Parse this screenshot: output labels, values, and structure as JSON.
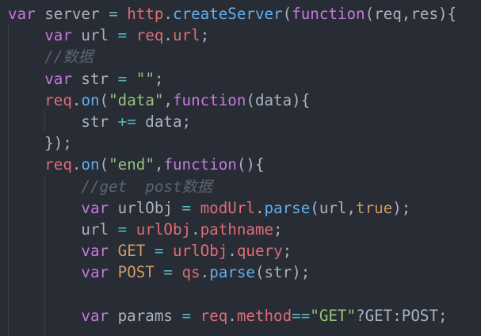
{
  "colors": {
    "background": "#282c34",
    "keyword": "#c678dd",
    "variable": "#e06c75",
    "function": "#61afef",
    "operator": "#56b6c2",
    "string": "#98c379",
    "constant": "#d19a66",
    "comment": "#5c6370",
    "text": "#abb2bf"
  },
  "code": {
    "lines": [
      [
        [
          "var",
          "kw"
        ],
        [
          " server ",
          "tx"
        ],
        [
          "=",
          "op"
        ],
        [
          " ",
          "tx"
        ],
        [
          "http",
          "var"
        ],
        [
          ".",
          "tx"
        ],
        [
          "createServer",
          "fn"
        ],
        [
          "(",
          "tx"
        ],
        [
          "function",
          "kw"
        ],
        [
          "(req,res){",
          "tx"
        ]
      ],
      [
        [
          "    ",
          "tx"
        ],
        [
          "var",
          "kw"
        ],
        [
          " url ",
          "tx"
        ],
        [
          "=",
          "op"
        ],
        [
          " ",
          "tx"
        ],
        [
          "req",
          "var"
        ],
        [
          ".",
          "tx"
        ],
        [
          "url",
          "var"
        ],
        [
          ";",
          "tx"
        ]
      ],
      [
        [
          "    ",
          "tx"
        ],
        [
          "//数据",
          "cm"
        ]
      ],
      [
        [
          "    ",
          "tx"
        ],
        [
          "var",
          "kw"
        ],
        [
          " str ",
          "tx"
        ],
        [
          "=",
          "op"
        ],
        [
          " ",
          "tx"
        ],
        [
          "\"\"",
          "str"
        ],
        [
          ";",
          "tx"
        ]
      ],
      [
        [
          "    ",
          "tx"
        ],
        [
          "req",
          "var"
        ],
        [
          ".",
          "tx"
        ],
        [
          "on",
          "fn"
        ],
        [
          "(",
          "tx"
        ],
        [
          "\"data\"",
          "str"
        ],
        [
          ",",
          "tx"
        ],
        [
          "function",
          "kw"
        ],
        [
          "(data){",
          "tx"
        ]
      ],
      [
        [
          "        str ",
          "tx"
        ],
        [
          "+=",
          "op"
        ],
        [
          " data;",
          "tx"
        ]
      ],
      [
        [
          "    });",
          "tx"
        ]
      ],
      [
        [
          "    ",
          "tx"
        ],
        [
          "req",
          "var"
        ],
        [
          ".",
          "tx"
        ],
        [
          "on",
          "fn"
        ],
        [
          "(",
          "tx"
        ],
        [
          "\"end\"",
          "str"
        ],
        [
          ",",
          "tx"
        ],
        [
          "function",
          "kw"
        ],
        [
          "(){",
          "tx"
        ]
      ],
      [
        [
          "        ",
          "tx"
        ],
        [
          "//get  post数据",
          "cm"
        ]
      ],
      [
        [
          "        ",
          "tx"
        ],
        [
          "var",
          "kw"
        ],
        [
          " urlObj ",
          "tx"
        ],
        [
          "=",
          "op"
        ],
        [
          " ",
          "tx"
        ],
        [
          "modUrl",
          "var"
        ],
        [
          ".",
          "tx"
        ],
        [
          "parse",
          "fn"
        ],
        [
          "(url,",
          "tx"
        ],
        [
          "true",
          "num"
        ],
        [
          ");",
          "tx"
        ]
      ],
      [
        [
          "        url ",
          "tx"
        ],
        [
          "=",
          "op"
        ],
        [
          " ",
          "tx"
        ],
        [
          "urlObj",
          "var"
        ],
        [
          ".",
          "tx"
        ],
        [
          "pathname",
          "var"
        ],
        [
          ";",
          "tx"
        ]
      ],
      [
        [
          "        ",
          "tx"
        ],
        [
          "var",
          "kw"
        ],
        [
          " ",
          "tx"
        ],
        [
          "GET",
          "num"
        ],
        [
          " ",
          "tx"
        ],
        [
          "=",
          "op"
        ],
        [
          " ",
          "tx"
        ],
        [
          "urlObj",
          "var"
        ],
        [
          ".",
          "tx"
        ],
        [
          "query",
          "var"
        ],
        [
          ";",
          "tx"
        ]
      ],
      [
        [
          "        ",
          "tx"
        ],
        [
          "var",
          "kw"
        ],
        [
          " ",
          "tx"
        ],
        [
          "POST",
          "num"
        ],
        [
          " ",
          "tx"
        ],
        [
          "=",
          "op"
        ],
        [
          " ",
          "tx"
        ],
        [
          "qs",
          "var"
        ],
        [
          ".",
          "tx"
        ],
        [
          "parse",
          "fn"
        ],
        [
          "(str);",
          "tx"
        ]
      ],
      [
        [
          "",
          "tx"
        ]
      ],
      [
        [
          "        ",
          "tx"
        ],
        [
          "var",
          "kw"
        ],
        [
          " params ",
          "tx"
        ],
        [
          "=",
          "op"
        ],
        [
          " ",
          "tx"
        ],
        [
          "req",
          "var"
        ],
        [
          ".",
          "tx"
        ],
        [
          "method",
          "var"
        ],
        [
          "==",
          "op"
        ],
        [
          "\"GET\"",
          "str"
        ],
        [
          "?GET:POST;",
          "tx"
        ]
      ]
    ]
  }
}
